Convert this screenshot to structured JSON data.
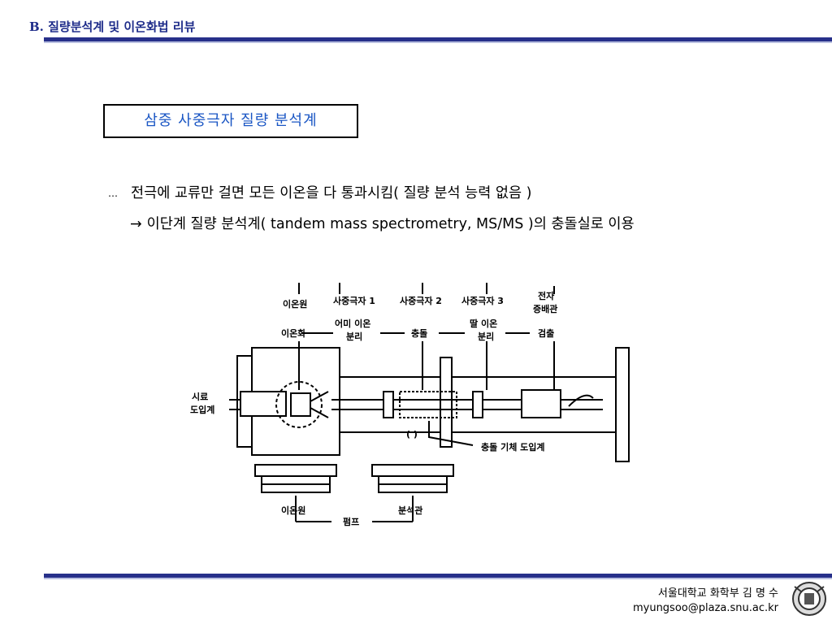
{
  "header": {
    "title": "B. 질량분석계 및 이온화법 리뷰"
  },
  "box": {
    "title": "삼중 사중극자 질량 분석계"
  },
  "bullets": [
    {
      "mark": "…",
      "text": "전극에 교류만 걸면 모든 이온을 다 통과시킴( 질량 분석 능력 없음 )"
    },
    {
      "mark": "→",
      "text": "이단계 질량 분석계( tandem mass spectrometry, MS/MS )의 충돌실로 이용"
    }
  ],
  "diagram": {
    "top_labels": [
      "이온원",
      "사중극자 1",
      "사중극자 2",
      "사중극자 3",
      "전자",
      "증배관"
    ],
    "mid_labels": [
      "이온화",
      "어미 이온",
      "분리",
      "충돌",
      "딸 이온",
      "분리",
      "검출"
    ],
    "side_label": [
      "시료",
      "도입계"
    ],
    "gas_label": "충돌 기체 도입계",
    "bottom_labels": [
      "이온원",
      "분석관"
    ],
    "pump_label": "펌프",
    "marker": "( )"
  },
  "footer": {
    "line1": "서울대학교 화학부 김 명 수",
    "line2": "myungsoo@plaza.snu.ac.kr"
  },
  "colors": {
    "accent": "#27308a",
    "title_blue": "#1a56c4"
  }
}
